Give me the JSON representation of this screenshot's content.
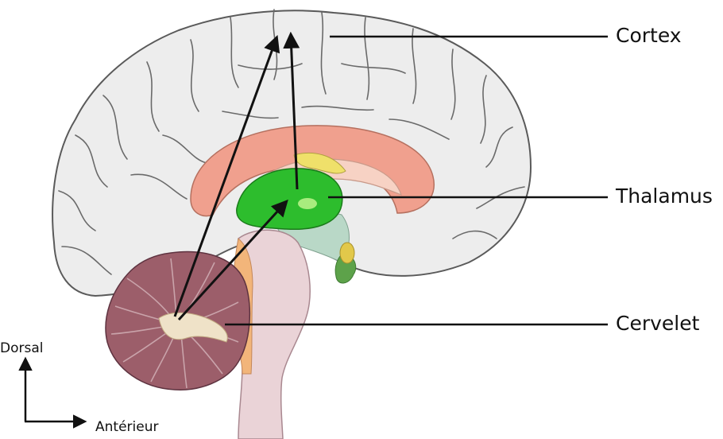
{
  "labels": {
    "cortex": "Cortex",
    "thalamus": "Thalamus",
    "cervelet": "Cervelet"
  },
  "axes": {
    "dorsal": "Dorsal",
    "anterieur": "Antérieur"
  },
  "colors": {
    "cortex": "#ededed",
    "cortex_stroke": "#5a5a5a",
    "corpus_callosum": "#f0a08e",
    "thalamus": "#2dbd2d",
    "cerebellum": "#9c5e6a",
    "brainstem": "#ead3d7",
    "arrows": "#111111"
  }
}
